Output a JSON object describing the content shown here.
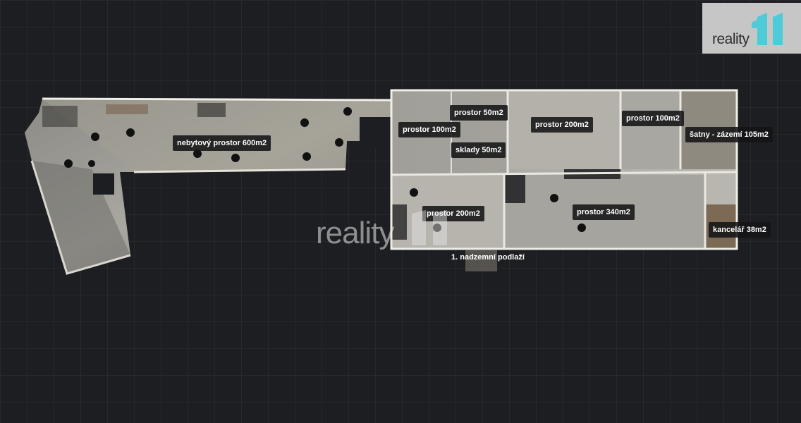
{
  "floor_plan": {
    "floor_label": "1. nadzemní podlaží",
    "rooms": [
      {
        "label": "nebytový prostor 600m2"
      },
      {
        "label": "prostor 50m2"
      },
      {
        "label": "prostor 100m2"
      },
      {
        "label": "prostor 200m2"
      },
      {
        "label": "prostor 100m2"
      },
      {
        "label": "šatny - zázemí 105m2"
      },
      {
        "label": "sklady 50m2"
      },
      {
        "label": "prostor 200m2"
      },
      {
        "label": "prostor 340m2"
      },
      {
        "label": "kancelář 38m2"
      }
    ]
  },
  "branding": {
    "logo_text": "reality",
    "watermark_text": "reality",
    "accent_color": "#4ecbd8"
  }
}
